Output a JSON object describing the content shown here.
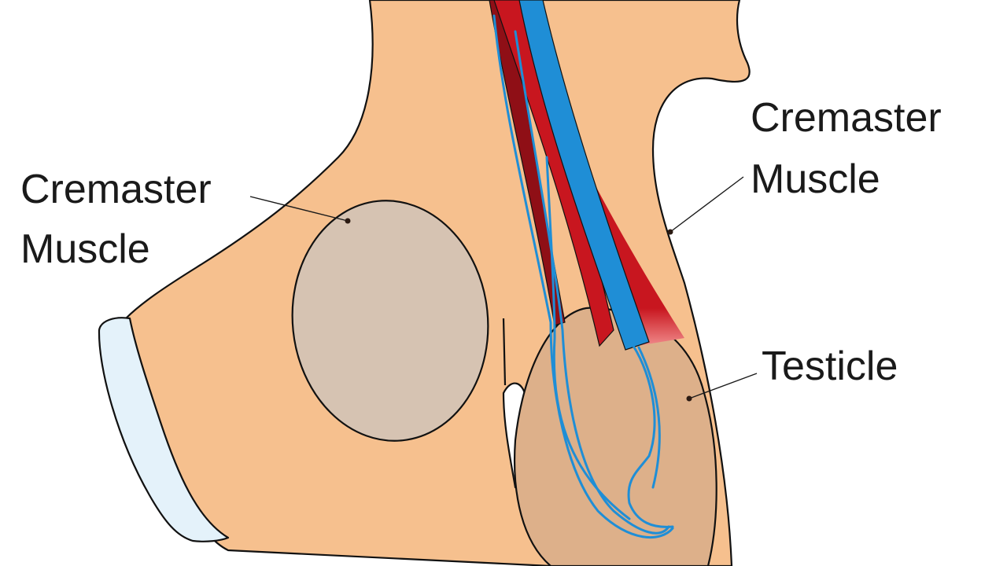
{
  "colors": {
    "background": "#ffffff",
    "skin": "#f6c08e",
    "thigh_cut": "#e4f2fa",
    "cremaster_oval": "#d6c3b2",
    "testicle": "#ddb08a",
    "artery": "#c8161f",
    "artery_dark": "#8f0f16",
    "vein": "#1f8ed6",
    "outline": "#111111"
  },
  "labels": {
    "cremaster_left_line1": "Cremaster",
    "cremaster_left_line2": "Muscle",
    "cremaster_right_line1": "Cremaster",
    "cremaster_right_line2": "Muscle",
    "testicle": "Testicle"
  }
}
